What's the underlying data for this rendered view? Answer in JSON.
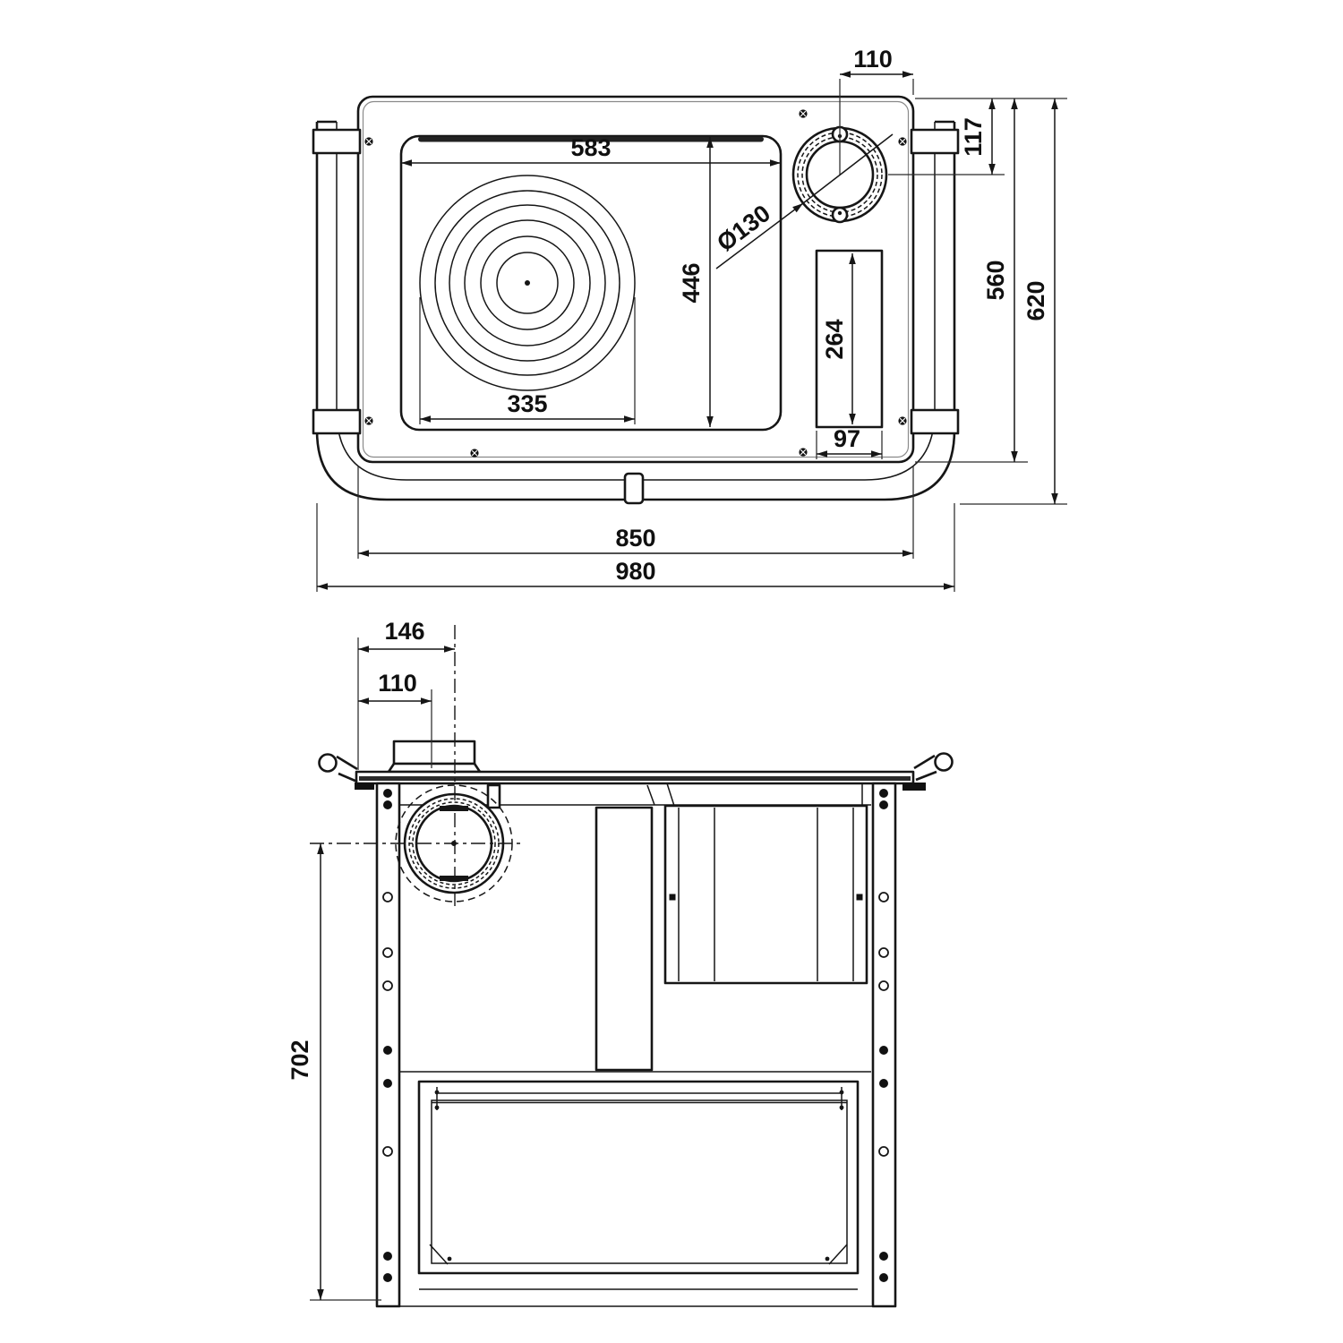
{
  "colors": {
    "ink": "#161616",
    "paper": "#ffffff"
  },
  "drawing": {
    "plan_view": {
      "dims": {
        "flue_offset_x": "110",
        "flue_center_depth": "117",
        "hotplate_width": "583",
        "hotplate_depth": "446",
        "burner_rings_diameter": "335",
        "flue_diameter": "Ø130",
        "side_vent_height": "264",
        "side_vent_width": "97",
        "body_depth": "560",
        "overall_depth": "620",
        "body_width": "850",
        "overall_width": "980"
      }
    },
    "front_view": {
      "dims": {
        "flue_center_offset": "146",
        "flue_edge_offset": "110",
        "flue_center_height": "702"
      }
    }
  }
}
